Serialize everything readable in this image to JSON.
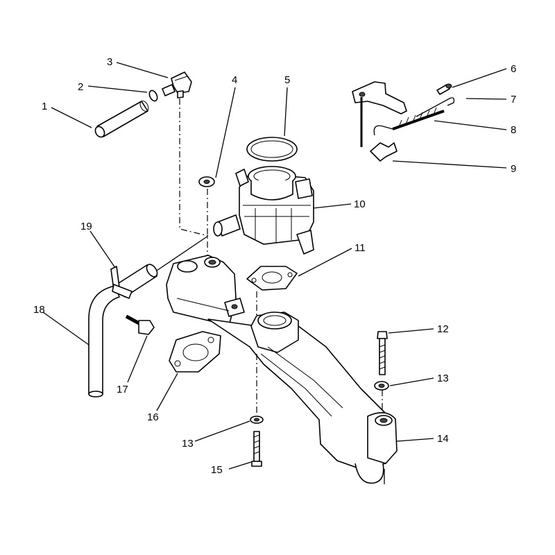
{
  "callouts": [
    {
      "id": "c1",
      "text": "1"
    },
    {
      "id": "c2",
      "text": "2"
    },
    {
      "id": "c3",
      "text": "3"
    },
    {
      "id": "c4",
      "text": "4"
    },
    {
      "id": "c5",
      "text": "5"
    },
    {
      "id": "c6",
      "text": "6"
    },
    {
      "id": "c7",
      "text": "7"
    },
    {
      "id": "c8",
      "text": "8"
    },
    {
      "id": "c9",
      "text": "9"
    },
    {
      "id": "c10",
      "text": "10"
    },
    {
      "id": "c11",
      "text": "11"
    },
    {
      "id": "c12",
      "text": "12"
    },
    {
      "id": "c13a",
      "text": "13"
    },
    {
      "id": "c13b",
      "text": "13"
    },
    {
      "id": "c14",
      "text": "14"
    },
    {
      "id": "c15",
      "text": "15"
    },
    {
      "id": "c16",
      "text": "16"
    },
    {
      "id": "c17",
      "text": "17"
    },
    {
      "id": "c18",
      "text": "18"
    },
    {
      "id": "c19",
      "text": "19"
    }
  ]
}
